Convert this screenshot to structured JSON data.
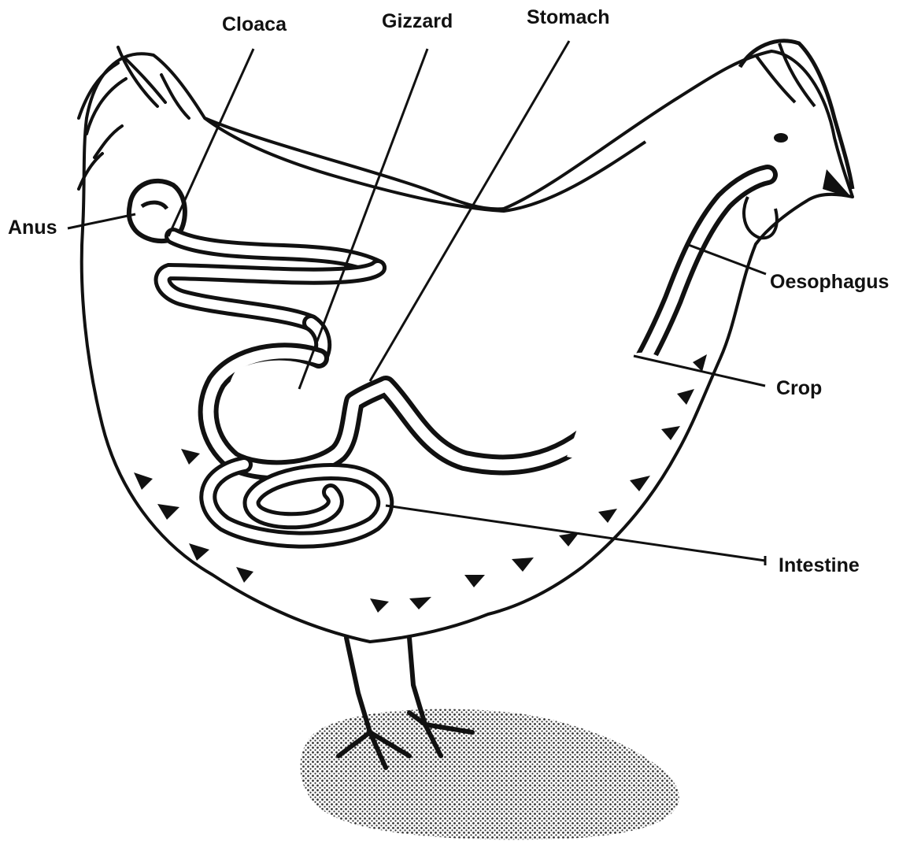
{
  "labels": {
    "cloaca": "Cloaca",
    "gizzard": "Gizzard",
    "stomach": "Stomach",
    "anus": "Anus",
    "oesophagus": "Oesophagus",
    "crop": "Crop",
    "intestine": "Intestine"
  },
  "colors": {
    "ink": "#111111",
    "shadow": "#2a2a2a",
    "background": "#ffffff"
  }
}
